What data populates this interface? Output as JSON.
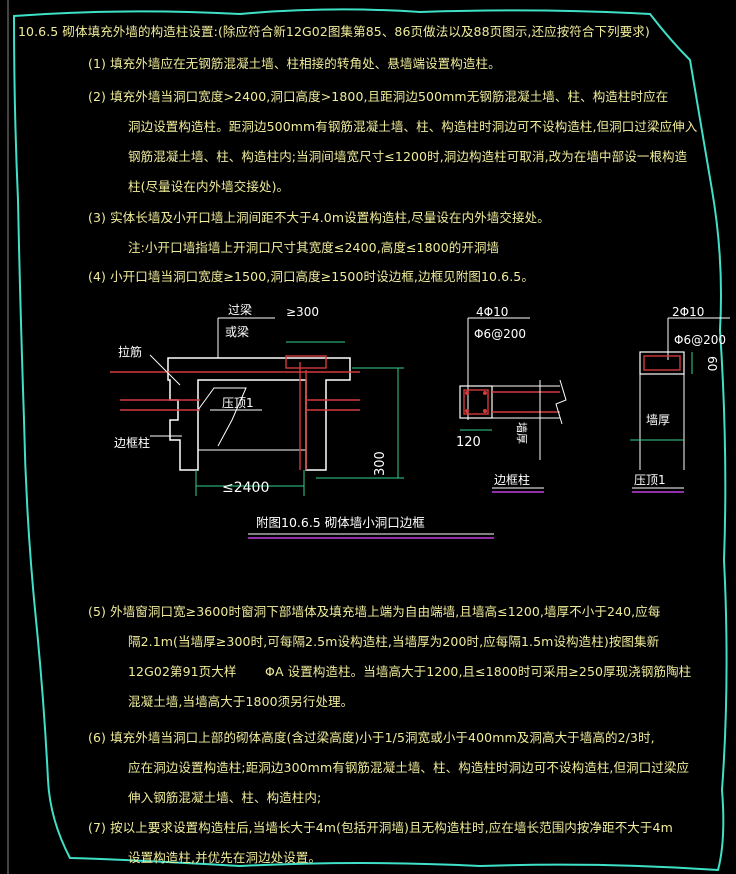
{
  "colors": {
    "background": "#000000",
    "text": "#f0ec9a",
    "cloud": "#3fe0c8",
    "rebar": "#d23a3a",
    "dim": "#33d18a",
    "caption_underline": "#c040e0",
    "white": "#ffffff"
  },
  "heading": "10.6.5  砌体填充外墙的构造柱设置:(除应符合新12G02图集第85、86页做法以及88页图示,还应按符合下列要求)",
  "items": {
    "i1": "(1) 填充外墙应在无钢筋混凝土墙、柱相接的转角处、悬墙端设置构造柱。",
    "i2_l1": "(2) 填充外墙当洞口宽度>2400,洞口高度>1800,且距洞边500mm无钢筋混凝土墙、柱、构造柱时应在",
    "i2_l2": "洞边设置构造柱。距洞边500mm有钢筋混凝土墙、柱、构造柱时洞边可不设构造柱,但洞口过梁应伸入",
    "i2_l3": "钢筋混凝土墙、柱、构造柱内;当洞间墙宽尺寸≤1200时,洞边构造柱可取消,改为在墙中部设一根构造",
    "i2_l4": "柱(尽量设在内外墙交接处)。",
    "i3_l1": "(3) 实体长墙及小开口墙上洞间距不大于4.0m设置构造柱,尽量设在内外墙交接处。",
    "i3_l2": "注:小开口墙指墙上开洞口尺寸其宽度≤2400,高度≤1800的开洞墙",
    "i4": "(4) 小开口墙当洞口宽度≥1500,洞口高度≥1500时设边框,边框见附图10.6.5。",
    "i5_l1": "(5) 外墙窗洞口宽≥3600时窗洞下部墙体及填充墙上端为自由端墙,且墙高≤1200,墙厚不小于240,应每",
    "i5_l2": "隔2.1m(当墙厚≥300时,可每隔2.5m设构造柱,当墙厚为200时,应每隔1.5m设构造柱)按图集新",
    "i5_l3a": "12G02第91页大样",
    "i5_l3b": "ΦA 设置构造柱。当墙高大于1200,且≤1800时可采用≥250厚现浇钢筋陶柱",
    "i5_l4": "混凝土墙,当墙高大于1800须另行处理。",
    "i6_l1": "(6) 填充外墙当洞口上部的砌体高度(含过梁高度)小于1/5洞宽或小于400mm及洞高大于墙高的2/3时,",
    "i6_l2": "应在洞边设置构造柱;距洞边300mm有钢筋混凝土墙、柱、构造柱时洞边可不设构造柱,但洞口过梁应",
    "i6_l3": "伸入钢筋混凝土墙、柱、构造柱内;",
    "i7_l1": "(7) 按以上要求设置构造柱后,当墙长大于4m(包括开洞墙)且无构造柱时,应在墙长范围内按净距不大于4m",
    "i7_l2": "设置构造柱,并优先在洞边处设置。"
  },
  "drawing": {
    "lintel_a": "过梁",
    "lintel_b": "或梁",
    "ge300": "≥300",
    "tie_bar": "拉筋",
    "press_top": "压顶1",
    "frame_col": "边框柱",
    "le2400": "≤2400",
    "dim_300": "300",
    "caption": "附图10.6.5   砌体墙小洞口边框"
  },
  "sections": {
    "frame_rebar": "4Φ10",
    "frame_stirrup": "Φ6@200",
    "frame_dim": "120",
    "frame_wall": "墙厚",
    "frame_label": "边框柱",
    "press_rebar": "2Φ10",
    "press_stirrup": "Φ6@200",
    "press_dim": "60",
    "press_wall": "墙厚",
    "press_label": "压顶1"
  }
}
